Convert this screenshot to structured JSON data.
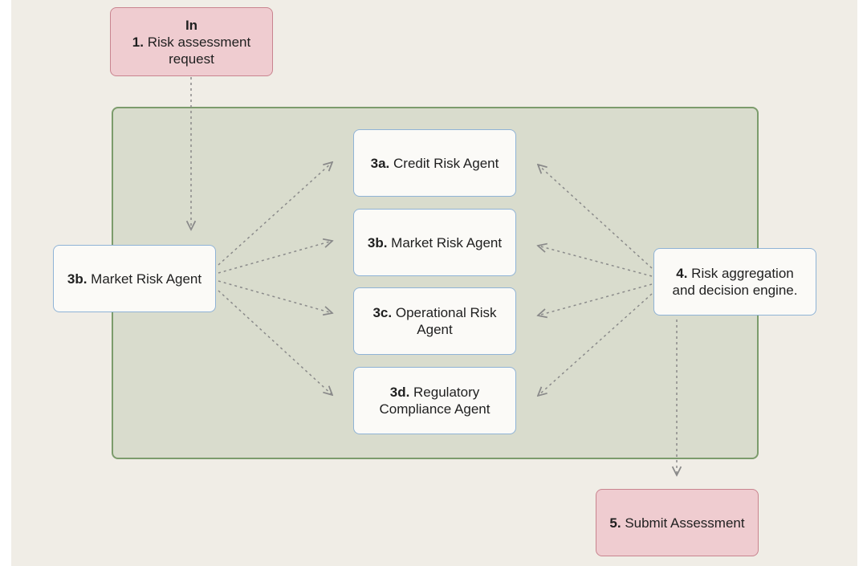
{
  "nodes": {
    "input": {
      "tag": "In",
      "num": "1.",
      "text": "Risk assessment request"
    },
    "orchestrator": {
      "num": "3b.",
      "text": "Market Risk Agent"
    },
    "credit": {
      "num": "3a.",
      "text": "Credit Risk Agent"
    },
    "market": {
      "num": "3b.",
      "text": "Market Risk Agent"
    },
    "operational": {
      "num": "3c.",
      "text": "Operational Risk Agent"
    },
    "regulatory": {
      "num": "3d.",
      "text": "Regulatory Compliance Agent"
    },
    "aggregation": {
      "num": "4.",
      "text": "Risk aggregation and decision engine."
    },
    "submit": {
      "num": "5.",
      "text": "Submit Assessment"
    }
  },
  "colors": {
    "background": "#f0ede6",
    "group_fill": "#d9dccd",
    "group_border": "#7c9c6c",
    "node_fill": "#fbfaf7",
    "node_border": "#8fb3d6",
    "io_fill": "#efccd0",
    "io_border": "#c9848f",
    "arrow": "#8a8a8a"
  }
}
